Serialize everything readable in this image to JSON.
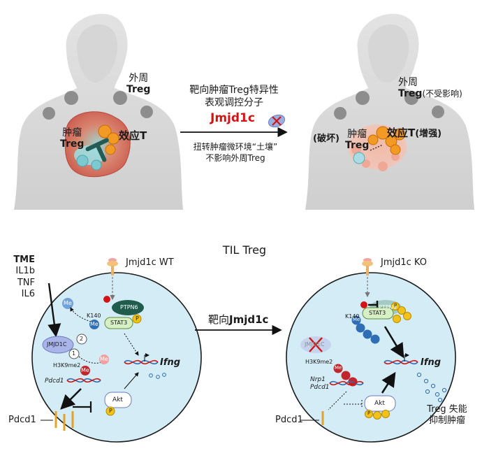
{
  "top": {
    "left_panel": {
      "peripheral_label_1": "外周",
      "peripheral_label_2": "Treg",
      "tumor_label_1": "肿瘤",
      "tumor_label_2": "Treg",
      "effector_label": "效应T"
    },
    "center": {
      "line1": "靶向肿瘤Treg特异性",
      "line2": "表观调控分子",
      "target_name": "Jmjd1c",
      "note_line1": "扭转肿瘤微环境“土壤”",
      "note_line2": "不影响外周Treg"
    },
    "right_panel": {
      "peripheral_label_1": "外周",
      "peripheral_label_2": "Treg",
      "peripheral_note": "(不受影响)",
      "destroyed_note": "(破坏)",
      "tumor_label_1": "肿瘤",
      "tumor_label_2": "Treg",
      "effector_label": "效应T",
      "effector_note": "(增强)"
    }
  },
  "bottom": {
    "title": "TIL Treg",
    "tme": {
      "title": "TME",
      "items": [
        "IL1b",
        "TNF",
        "IL6"
      ]
    },
    "wt_label": "Jmjd1c WT",
    "ko_label": "Jmjd1c KO",
    "arrow_label_prefix": "靶向",
    "arrow_label_target": "Jmjd1c",
    "left_cell": {
      "me": "Me",
      "ptpn6": "PTPN6",
      "p": "P",
      "k140": "K140",
      "stat3": "STAT3",
      "jmjd1c": "JMJD1C",
      "step1": "1",
      "step2": "2",
      "h3k9me2": "H3K9me2",
      "pdcd1_gene": "Pdcd1",
      "ifng": "Ifng",
      "akt": "Akt",
      "pdcd1_receptor": "Pdcd1"
    },
    "right_cell": {
      "ptpn6": "PTPN6",
      "k140": "K140",
      "stat3": "STAT3",
      "me": "Me",
      "p": "P",
      "jmjd1c": "JMJD1C",
      "h3k9me2": "H3K9me2",
      "nrp1_gene": "Nrp1",
      "pdcd1_gene": "Pdcd1",
      "ifng": "Ifng",
      "akt": "Akt",
      "pdcd1_receptor": "Pdcd1",
      "outcome_line1": "Treg 失能",
      "outcome_line2": "抑制肿瘤"
    }
  },
  "colors": {
    "cell_fill": "#d4ecf5",
    "red_text": "#d21414",
    "me_blue": "#2f6db5",
    "p_yellow": "#f2c21a",
    "ptpn6_green": "#1f5c4c"
  }
}
